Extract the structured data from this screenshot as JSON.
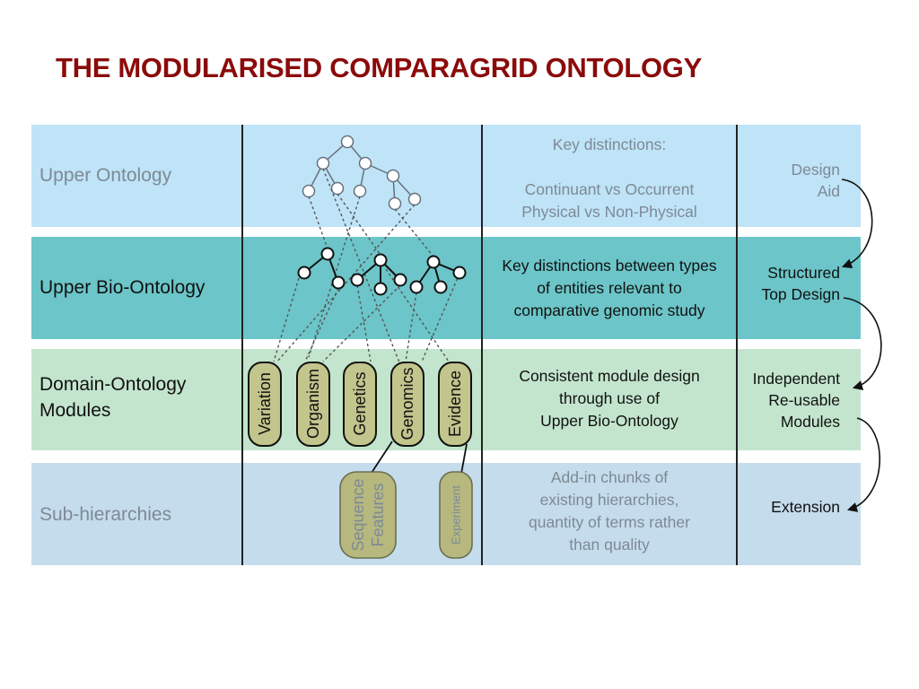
{
  "title": "THE MODULARISED COMPARAGRID ONTOLOGY",
  "colors": {
    "title": "#8b0a0a",
    "upper_ontology_band": "#bfe3f7",
    "upper_bio_band": "#6cc5c8",
    "domain_band": "#c3e5cd",
    "sub_band": "#c5dcec",
    "module_fill": "#c2c58c",
    "sub_module_fill": "#b6b87e"
  },
  "rows": [
    {
      "label": [
        "Upper Ontology"
      ],
      "description": [
        "Key distinctions:",
        "",
        "Continuant vs Occurrent",
        "Physical vs Non-Physical"
      ],
      "note": [
        "Design",
        "Aid"
      ]
    },
    {
      "label": [
        "Upper Bio-Ontology"
      ],
      "description": [
        "Key distinctions between types",
        "of entities relevant to",
        "comparative genomic study"
      ],
      "note": [
        "Structured",
        "Top Design"
      ]
    },
    {
      "label": [
        "Domain-Ontology",
        "Modules"
      ],
      "description": [
        "Consistent module design",
        "through use of",
        "Upper Bio-Ontology"
      ],
      "note": [
        "Independent",
        "Re-usable",
        "Modules"
      ]
    },
    {
      "label": [
        "Sub-hierarchies"
      ],
      "description": [
        "Add-in chunks of",
        "existing hierarchies,",
        "quantity of terms rather",
        "than quality"
      ],
      "note": [
        "Extension"
      ]
    }
  ],
  "modules": [
    "Variation",
    "Organism",
    "Genetics",
    "Genomics",
    "Evidence"
  ],
  "sub_modules": [
    {
      "lines": [
        "Sequence",
        "Features"
      ]
    },
    {
      "lines": [
        "Experiment"
      ]
    }
  ]
}
